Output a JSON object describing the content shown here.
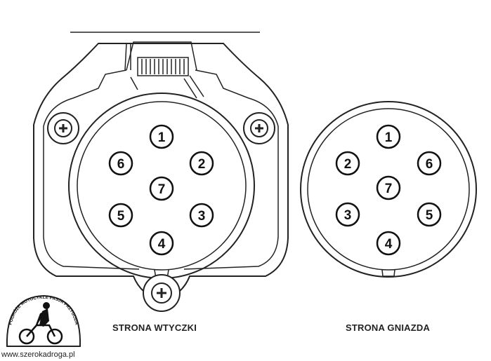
{
  "plug_side": {
    "caption": "STRONA WTYCZKI",
    "pins": [
      "1",
      "2",
      "3",
      "4",
      "5",
      "6",
      "7"
    ]
  },
  "socket_side": {
    "caption": "STRONA GNIAZDA",
    "pins": [
      "1",
      "6",
      "5",
      "4",
      "3",
      "2",
      "7"
    ]
  },
  "logo": {
    "text": "PODRÓŻE MOTOCYKLE PASJA PRZYGODA"
  },
  "website": "www.szerokadroga.pl"
}
